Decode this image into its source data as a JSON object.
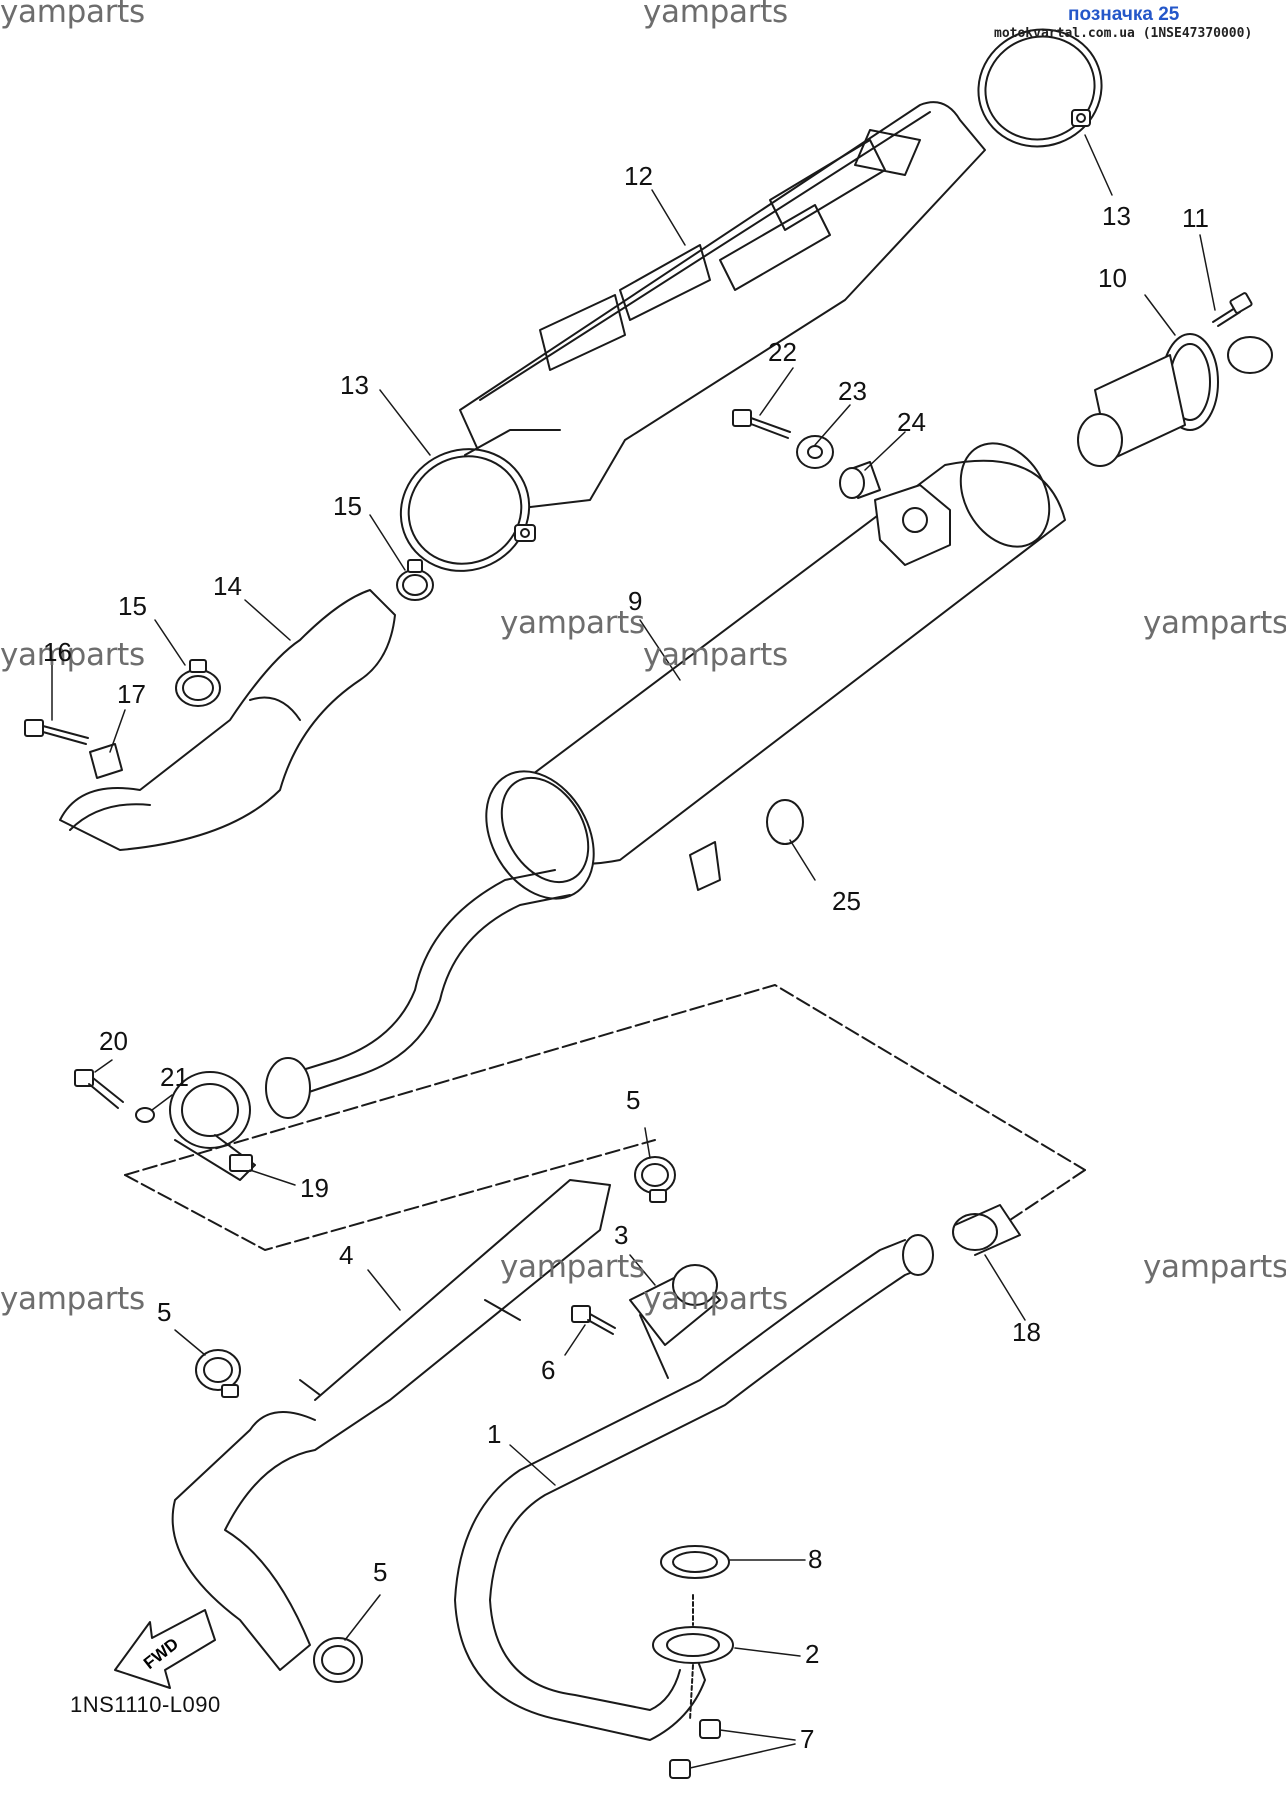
{
  "header": {
    "title": "позначка 25",
    "source": "motokvartal.com.ua (1NSE47370000)"
  },
  "watermark": "yamparts",
  "diagram_code": "1NS1110-L090",
  "fwd_label": "FWD",
  "callouts": {
    "c1": "1",
    "c2": "2",
    "c3": "3",
    "c4": "4",
    "c5a": "5",
    "c5b": "5",
    "c5c": "5",
    "c6": "6",
    "c7": "7",
    "c8": "8",
    "c9": "9",
    "c10": "10",
    "c11": "11",
    "c12": "12",
    "c13a": "13",
    "c13b": "13",
    "c14": "14",
    "c15a": "15",
    "c15b": "15",
    "c16": "16",
    "c17": "17",
    "c18": "18",
    "c19": "19",
    "c20": "20",
    "c21": "21",
    "c22": "22",
    "c23": "23",
    "c24": "24",
    "c25": "25"
  },
  "colors": {
    "line": "#1a1a1a",
    "header_link": "#2457c9",
    "watermark": "#6d6d6d"
  }
}
